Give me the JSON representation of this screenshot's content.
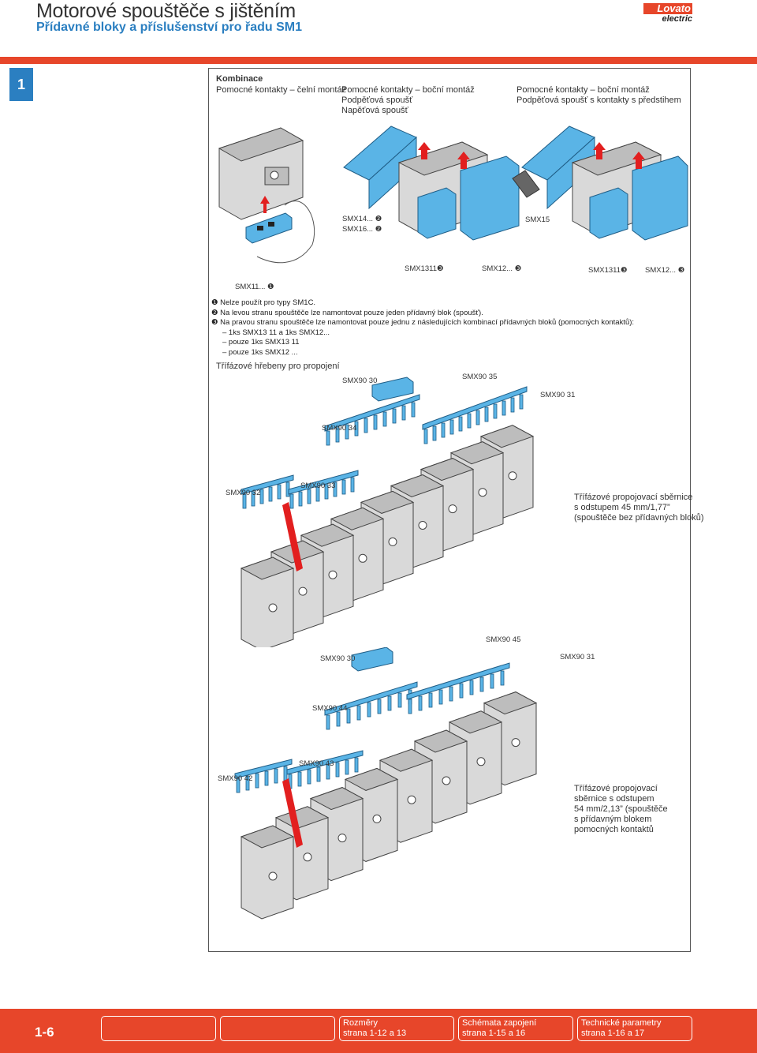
{
  "header": {
    "title": "Motorové spouštěče s jištěním",
    "subtitle": "Přídavné bloky a příslušenství pro řadu SM1",
    "logo_brand": "Lovato",
    "logo_sub": "electric"
  },
  "section_number": "1",
  "combinations": {
    "heading": "Kombinace",
    "col1": "Pomocné kontakty – čelní montáž",
    "col2": [
      "Pomocné kontakty – boční montáž",
      "Podpěťová spoušť",
      "Napěťová spoušť"
    ],
    "col3": [
      "Pomocné kontakty – boční montáž",
      "Podpěťová spoušť s kontakty s předstihem"
    ]
  },
  "labels": {
    "smx14": "SMX14... ❷",
    "smx16": "SMX16... ❷",
    "smx15": "SMX15",
    "smx1311_a": "SMX1311❸",
    "smx12_a": "SMX12... ❸",
    "smx1311_b": "SMX1311❸",
    "smx12_b": "SMX12... ❸",
    "smx11": "SMX11... ❶"
  },
  "notes": {
    "n1": "❶  Nelze použít pro typy SM1C.",
    "n2": "❷  Na levou stranu spouštěče lze namontovat pouze jeden přídavný blok (spoušť).",
    "n3": "❸  Na pravou stranu spouštěče lze namontovat pouze jednu z následujících kombinací přídavných bloků (pomocných kontaktů):",
    "n3a": "– 1ks SMX13 11 a 1ks SMX12...",
    "n3b": "– pouze 1ks SMX13 11",
    "n3c": "– pouze 1ks SMX12 ..."
  },
  "combs": {
    "heading": "Třífázové hřebeny pro propojení",
    "a30": "SMX90 30",
    "a35": "SMX90 35",
    "a31": "SMX90 31",
    "a34": "SMX90 34",
    "a32": "SMX90 32",
    "a33": "SMX90 33",
    "desc1": [
      "Třífázové propojovací sběrnice",
      "s odstupem 45 mm/1,77”",
      "(spouštěče bez přídavných bloků)"
    ],
    "b30": "SMX90 30",
    "b45": "SMX90 45",
    "b31": "SMX90 31",
    "b44": "SMX90 44",
    "b42": "SMX90 42",
    "b43": "SMX90 43",
    "desc2": [
      "Třífázové propojovací",
      "sběrnice s odstupem",
      "54 mm/2,13” (spouštěče",
      "s přídavným blokem",
      "pomocných kontaktů"
    ]
  },
  "footer": {
    "page": "1-6",
    "nav1": [
      "Rozměry",
      "strana 1-12 a 13"
    ],
    "nav2": [
      "Schémata zapojení",
      "strana 1-15 a 16"
    ],
    "nav3": [
      "Technické parametry",
      "strana 1-16 a 17"
    ]
  },
  "colors": {
    "accent": "#e7462a",
    "blue": "#2b7fc1",
    "device_blue": "#5ab4e6"
  }
}
